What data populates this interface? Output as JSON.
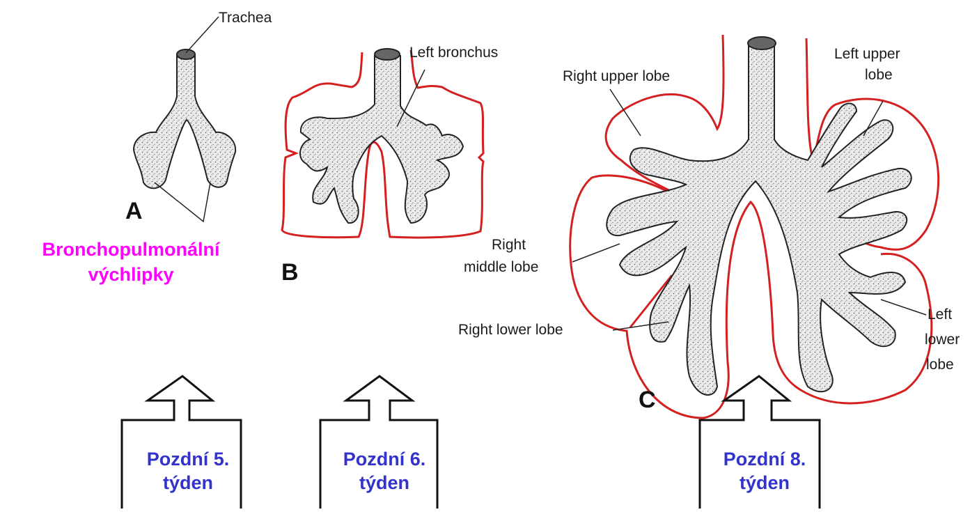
{
  "labels": {
    "trachea": "Trachea",
    "left_bronchus": "Left bronchus",
    "right_upper_lobe": "Right upper lobe",
    "left_upper_lobe_1": "Left upper",
    "left_upper_lobe_2": "lobe",
    "right_middle_lobe_1": "Right",
    "right_middle_lobe_2": "middle lobe",
    "right_lower_lobe": "Right lower lobe",
    "left_lower_lobe_1": "Left",
    "left_lower_lobe_2": "lower",
    "left_lower_lobe_3": "lobe"
  },
  "panels": {
    "a": "A",
    "b": "B",
    "c": "C"
  },
  "caption": {
    "line1": "Bronchopulmonální",
    "line2": "výchlipky"
  },
  "arrows": [
    {
      "line1": "Pozdní 5.",
      "line2": "týden"
    },
    {
      "line1": "Pozdní 6.",
      "line2": "týden"
    },
    {
      "line1": "Pozdní 8.",
      "line2": "týden"
    }
  ],
  "colors": {
    "lung_outline": "#d42020",
    "caption": "#ff00ff",
    "arrow_text": "#3333cc"
  }
}
